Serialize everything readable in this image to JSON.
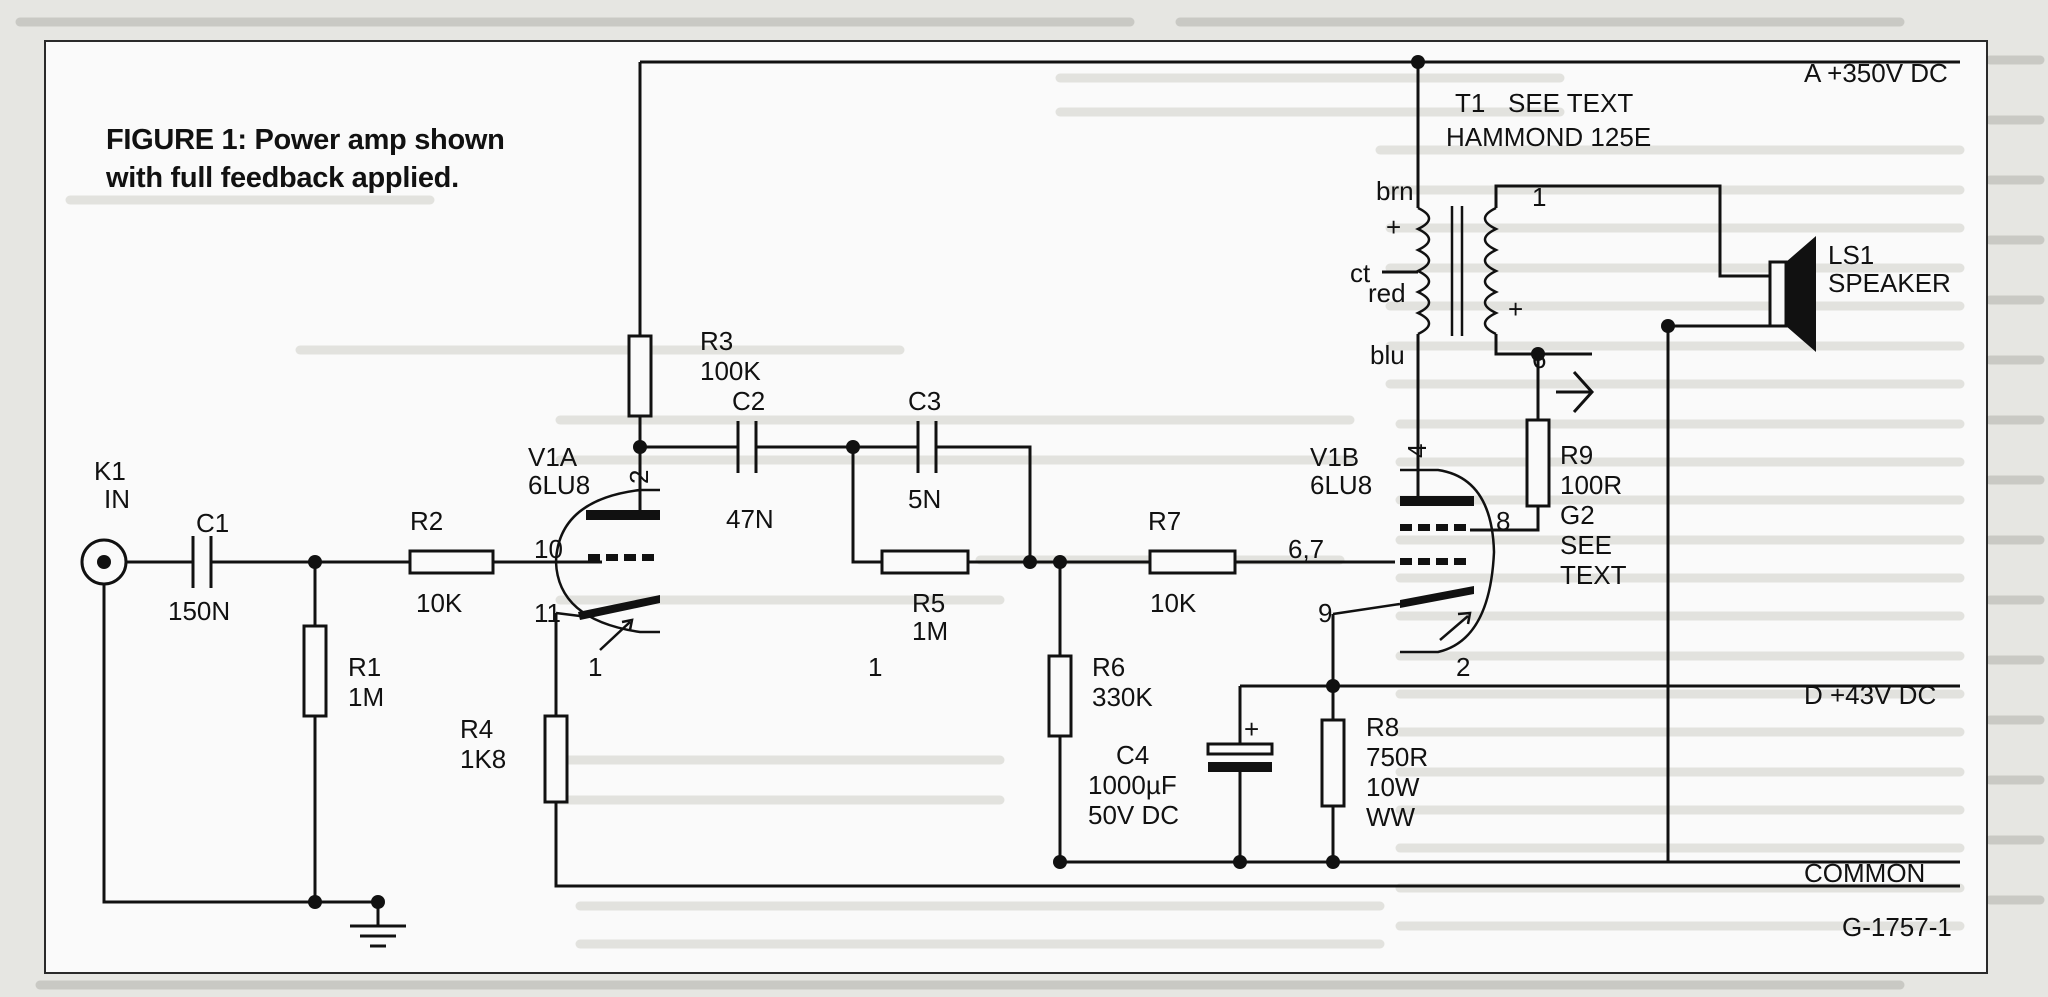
{
  "figure": {
    "title_line1": "FIGURE 1: Power amp shown",
    "title_line2": "with full feedback applied.",
    "code": "G-1757-1"
  },
  "rails": {
    "a": "A +350V DC",
    "d": "D +43V DC",
    "common": "COMMON"
  },
  "transformer": {
    "ref": "T1",
    "note": "SEE TEXT",
    "model": "HAMMOND 125E",
    "pin_brn": "brn",
    "pin_ct": "ct",
    "pin_red": "red",
    "pin_blu": "blu",
    "plus_primary": "+",
    "plus_secondary": "+",
    "pin_1": "1",
    "pin_6": "6"
  },
  "speaker": {
    "ref": "LS1",
    "name": "SPEAKER"
  },
  "input": {
    "ref": "K1",
    "name": "IN"
  },
  "tube_a": {
    "ref": "V1A",
    "type": "6LU8",
    "pin_2": "2",
    "pin_10": "10",
    "pin_11": "11",
    "pin_1a": "1",
    "pin_1b": "1"
  },
  "tube_b": {
    "ref": "V1B",
    "type": "6LU8",
    "pin_4": "4",
    "pin_8": "8",
    "pin_67": "6,7",
    "pin_9": "9",
    "pin_2": "2"
  },
  "components": {
    "c1": {
      "ref": "C1",
      "value": "150N"
    },
    "c2": {
      "ref": "C2",
      "value": "47N"
    },
    "c3": {
      "ref": "C3",
      "value": "5N"
    },
    "c4": {
      "ref": "C4",
      "value": "1000µF",
      "rating": "50V DC",
      "plus": "+"
    },
    "r1": {
      "ref": "R1",
      "value": "1M"
    },
    "r2": {
      "ref": "R2",
      "value": "10K"
    },
    "r3": {
      "ref": "R3",
      "value": "100K"
    },
    "r4": {
      "ref": "R4",
      "value": "1K8"
    },
    "r5": {
      "ref": "R5",
      "value": "1M"
    },
    "r6": {
      "ref": "R6",
      "value": "330K"
    },
    "r7": {
      "ref": "R7",
      "value": "10K"
    },
    "r8": {
      "ref": "R8",
      "value": "750R",
      "power": "10W",
      "type": "WW"
    },
    "r9": {
      "ref": "R9",
      "value": "100R",
      "g2": "G2",
      "see": "SEE",
      "text": "TEXT"
    }
  }
}
